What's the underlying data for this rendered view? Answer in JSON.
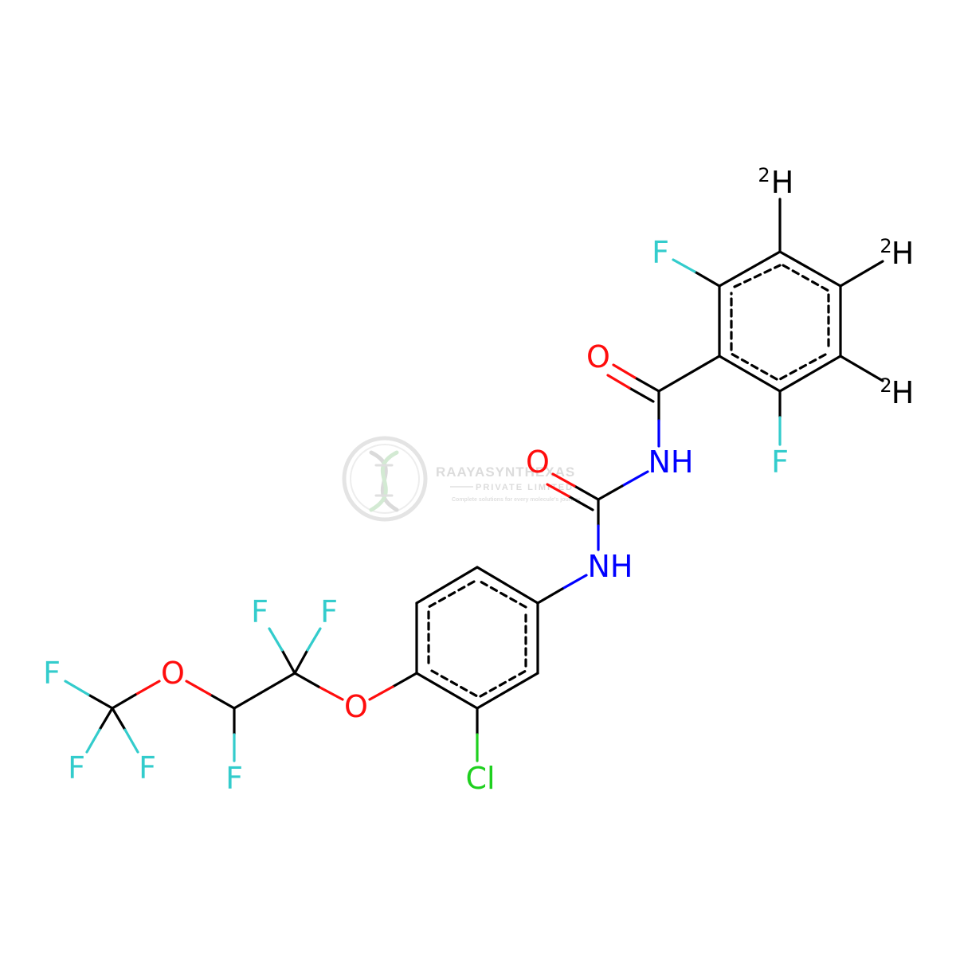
{
  "colors": {
    "bond": "#000000",
    "carbon": "#000000",
    "fluorine": "#33CCCC",
    "oxygen": "#FF0D0D",
    "nitrogen": "#0000FF",
    "chlorine": "#1FD01F",
    "deuterium": "#000000",
    "watermark": "#d8d8d8"
  },
  "atoms": {
    "f_ring_top": "F",
    "f_ring_bottom": "F",
    "o_carbonyl_1": "O",
    "o_carbonyl_2": "O",
    "nh_amide": "NH",
    "nh_aniline": "NH",
    "cl": "Cl",
    "o_aryl_ether": "O",
    "o_ether": "O",
    "f_cf2_left": "F",
    "f_cf2_right": "F",
    "f_chf": "F",
    "f_cf3_top": "F",
    "f_cf3_left": "F",
    "f_cf3_right": "F",
    "d1_mass": "2",
    "d1_symbol": "H",
    "d2_mass": "2",
    "d2_symbol": "H",
    "d3_mass": "2",
    "d3_symbol": "H"
  },
  "watermark": {
    "company": "RAAYASYNTHEXAS",
    "subtitle": "PRIVATE LIMITED",
    "tagline": "Complete solutions for every molecule's journey",
    "logo_icon": "dna-helix-icon"
  }
}
